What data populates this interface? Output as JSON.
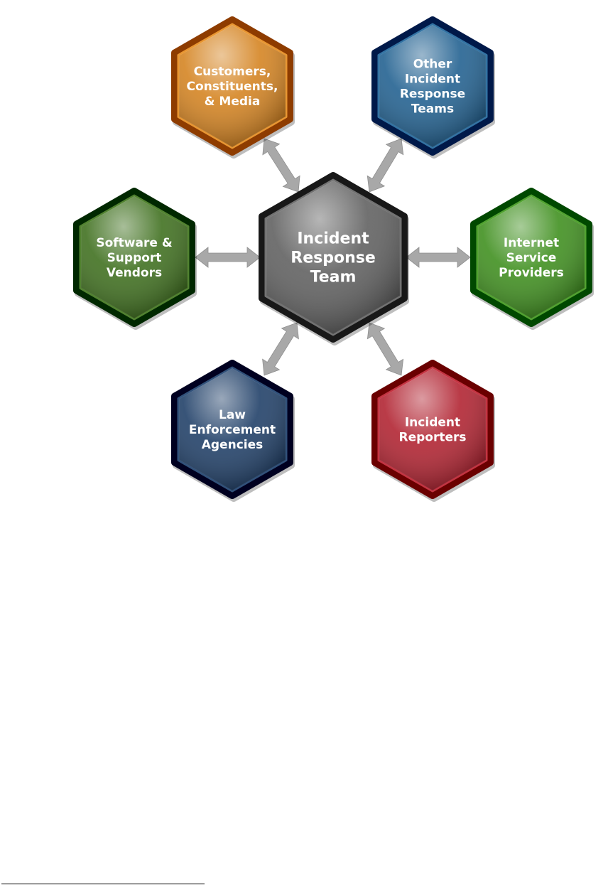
{
  "diagram": {
    "center": {
      "label_lines": [
        "Incident",
        "Response",
        "Team"
      ],
      "color": "#5e5e5e"
    },
    "nodes": [
      {
        "id": "customers",
        "label_lines": [
          "Customers,",
          "Constituents,",
          "& Media"
        ],
        "color": "#d4821e"
      },
      {
        "id": "other-irt",
        "label_lines": [
          "Other",
          "Incident",
          "Response",
          "Teams"
        ],
        "color": "#1f5f8f"
      },
      {
        "id": "software-vendors",
        "label_lines": [
          "Software &",
          "Support",
          "Vendors"
        ],
        "color": "#3d6e1c"
      },
      {
        "id": "isp",
        "label_lines": [
          "Internet",
          "Service",
          "Providers"
        ],
        "color": "#3d8e1c"
      },
      {
        "id": "law-enforcement",
        "label_lines": [
          "Law",
          "Enforcement",
          "Agencies"
        ],
        "color": "#1d3d66"
      },
      {
        "id": "incident-reporters",
        "label_lines": [
          "Incident",
          "Reporters"
        ],
        "color": "#b0202e"
      }
    ],
    "arrow_color": "#a8a8a8"
  }
}
